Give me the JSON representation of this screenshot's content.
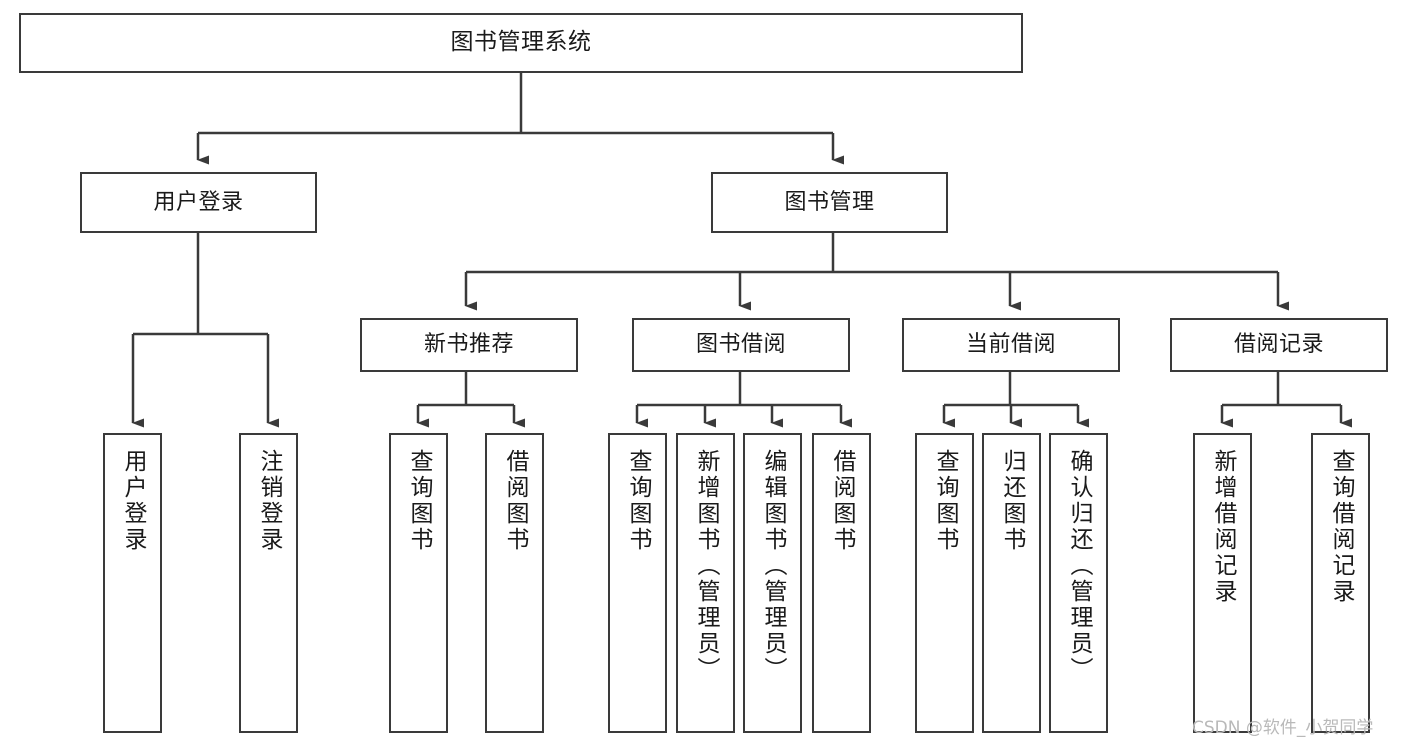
{
  "diagram": {
    "title": "图书管理系统",
    "type": "tree",
    "background_color": "#ffffff",
    "line_color": "#3a3a3a",
    "box_border_color": "#3a3a3a",
    "box_fill_color": "#ffffff",
    "text_color": "#1a1a1a"
  },
  "root": {
    "label": "图书管理系统"
  },
  "level1": [
    {
      "label": "用户登录"
    },
    {
      "label": "图书管理"
    }
  ],
  "level2": [
    {
      "label": "新书推荐"
    },
    {
      "label": "图书借阅"
    },
    {
      "label": "当前借阅"
    },
    {
      "label": "借阅记录"
    }
  ],
  "leaves": {
    "user_login": [
      {
        "label": "用户登录"
      },
      {
        "label": "注销登录"
      }
    ],
    "new_book_recommend": [
      {
        "label": "查询图书"
      },
      {
        "label": "借阅图书"
      }
    ],
    "book_borrow": [
      {
        "label": "查询图书"
      },
      {
        "label": "新增图书（管理员）"
      },
      {
        "label": "编辑图书（管理员）"
      },
      {
        "label": "借阅图书"
      }
    ],
    "current_borrow": [
      {
        "label": "查询图书"
      },
      {
        "label": "归还图书"
      },
      {
        "label": "确认归还（管理员）"
      }
    ],
    "borrow_record": [
      {
        "label": "新增借阅记录"
      },
      {
        "label": "查询借阅记录"
      }
    ]
  },
  "watermark": {
    "text": "CSDN @软件_小贺同学"
  }
}
